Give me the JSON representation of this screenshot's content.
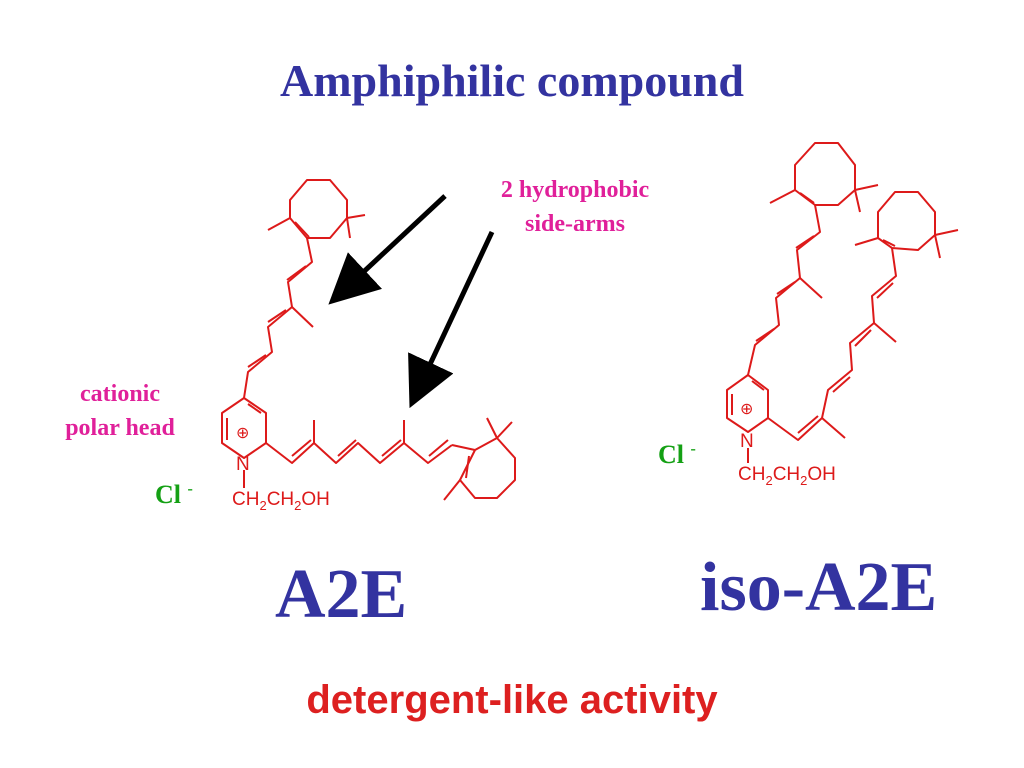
{
  "slide": {
    "title": "Amphiphilic compound",
    "annotation_arms": [
      "2 hydrophobic",
      "side-arms"
    ],
    "annotation_head": [
      "cationic",
      "polar head"
    ],
    "compounds": [
      {
        "name": "A2E",
        "counterion": "Cl",
        "counterion_charge": "-",
        "substituent": [
          "CH",
          "2",
          "CH",
          "2",
          "OH"
        ],
        "n_label": "N",
        "plus_symbol": "⊕"
      },
      {
        "name": "iso-A2E",
        "counterion": "Cl",
        "counterion_charge": "-",
        "substituent": [
          "CH",
          "2",
          "CH",
          "2",
          "OH"
        ],
        "n_label": "N",
        "plus_symbol": "⊕"
      }
    ],
    "footer": "detergent-like activity",
    "colors": {
      "title": "#3333a0",
      "annotation": "#e0209a",
      "counterion": "#14a014",
      "structure": "#dd1a1a",
      "footer": "#dd2020",
      "arrow": "#000000"
    }
  }
}
